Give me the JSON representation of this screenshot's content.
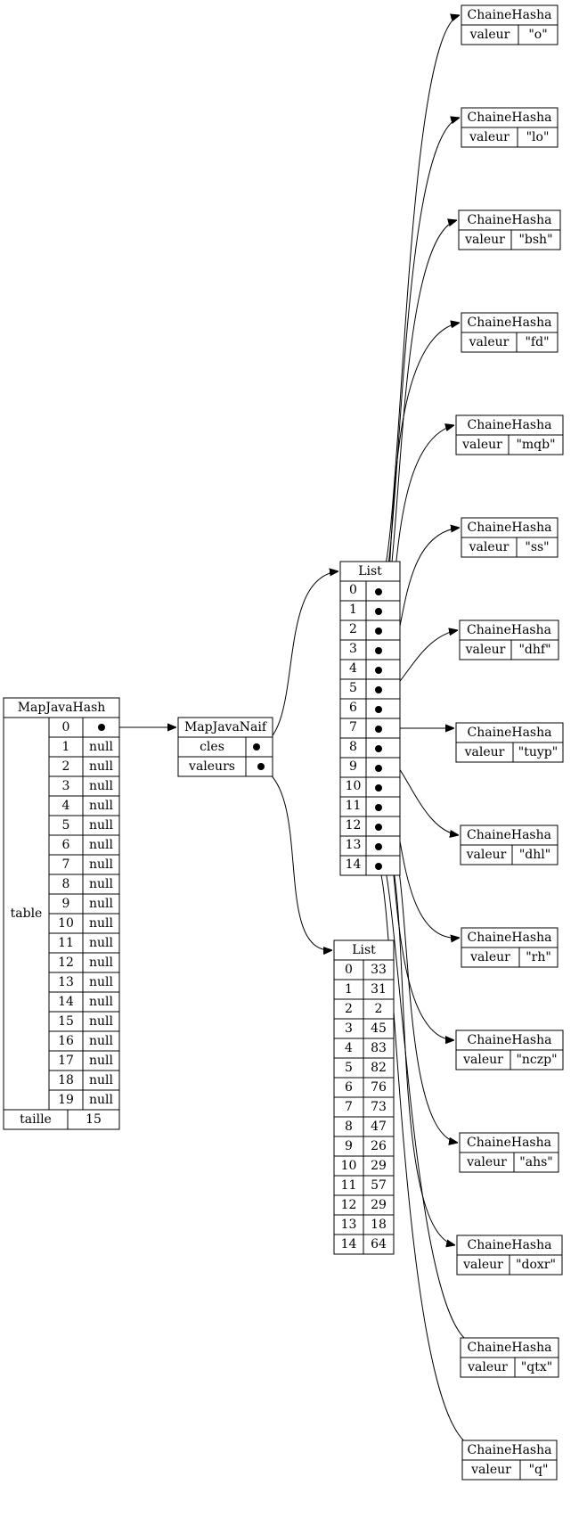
{
  "map_java_hash": {
    "title": "MapJavaHash",
    "table_label": "table",
    "rows": [
      {
        "index": "0",
        "value": ""
      },
      {
        "index": "1",
        "value": "null"
      },
      {
        "index": "2",
        "value": "null"
      },
      {
        "index": "3",
        "value": "null"
      },
      {
        "index": "4",
        "value": "null"
      },
      {
        "index": "5",
        "value": "null"
      },
      {
        "index": "6",
        "value": "null"
      },
      {
        "index": "7",
        "value": "null"
      },
      {
        "index": "8",
        "value": "null"
      },
      {
        "index": "9",
        "value": "null"
      },
      {
        "index": "10",
        "value": "null"
      },
      {
        "index": "11",
        "value": "null"
      },
      {
        "index": "12",
        "value": "null"
      },
      {
        "index": "13",
        "value": "null"
      },
      {
        "index": "14",
        "value": "null"
      },
      {
        "index": "15",
        "value": "null"
      },
      {
        "index": "16",
        "value": "null"
      },
      {
        "index": "17",
        "value": "null"
      },
      {
        "index": "18",
        "value": "null"
      },
      {
        "index": "19",
        "value": "null"
      }
    ],
    "taille_label": "taille",
    "taille_value": "15"
  },
  "map_java_naif": {
    "title": "MapJavaNaif",
    "field_keys": "cles",
    "field_values": "valeurs"
  },
  "keys_list": {
    "title": "List",
    "indices": [
      "0",
      "1",
      "2",
      "3",
      "4",
      "5",
      "6",
      "7",
      "8",
      "9",
      "10",
      "11",
      "12",
      "13",
      "14"
    ]
  },
  "values_list": {
    "title": "List",
    "rows": [
      {
        "index": "0",
        "value": "33"
      },
      {
        "index": "1",
        "value": "31"
      },
      {
        "index": "2",
        "value": "2"
      },
      {
        "index": "3",
        "value": "45"
      },
      {
        "index": "4",
        "value": "83"
      },
      {
        "index": "5",
        "value": "82"
      },
      {
        "index": "6",
        "value": "76"
      },
      {
        "index": "7",
        "value": "73"
      },
      {
        "index": "8",
        "value": "47"
      },
      {
        "index": "9",
        "value": "26"
      },
      {
        "index": "10",
        "value": "29"
      },
      {
        "index": "11",
        "value": "57"
      },
      {
        "index": "12",
        "value": "29"
      },
      {
        "index": "13",
        "value": "18"
      },
      {
        "index": "14",
        "value": "64"
      }
    ]
  },
  "strings": {
    "class_name": "ChaineHasha",
    "field_label": "valeur",
    "items": [
      {
        "value": "\"o\"",
        "key_index": 0
      },
      {
        "value": "\"lo\"",
        "key_index": 1
      },
      {
        "value": "\"bsh\"",
        "key_index": 2
      },
      {
        "value": "\"fd\"",
        "key_index": 3
      },
      {
        "value": "\"mqb\"",
        "key_index": 4
      },
      {
        "value": "\"ss\"",
        "key_index": 5
      },
      {
        "value": "\"dhf\"",
        "key_index": 6
      },
      {
        "value": "\"tuyp\"",
        "key_index": 7
      },
      {
        "value": "\"dhl\"",
        "key_index": 8
      },
      {
        "value": "\"rh\"",
        "key_index": 9
      },
      {
        "value": "\"nczp\"",
        "key_index": 10
      },
      {
        "value": "\"ahs\"",
        "key_index": 11
      },
      {
        "value": "\"doxr\"",
        "key_index": 12
      },
      {
        "value": "\"qtx\"",
        "key_index": 13
      },
      {
        "value": "\"q\"",
        "key_index": 14
      }
    ]
  }
}
